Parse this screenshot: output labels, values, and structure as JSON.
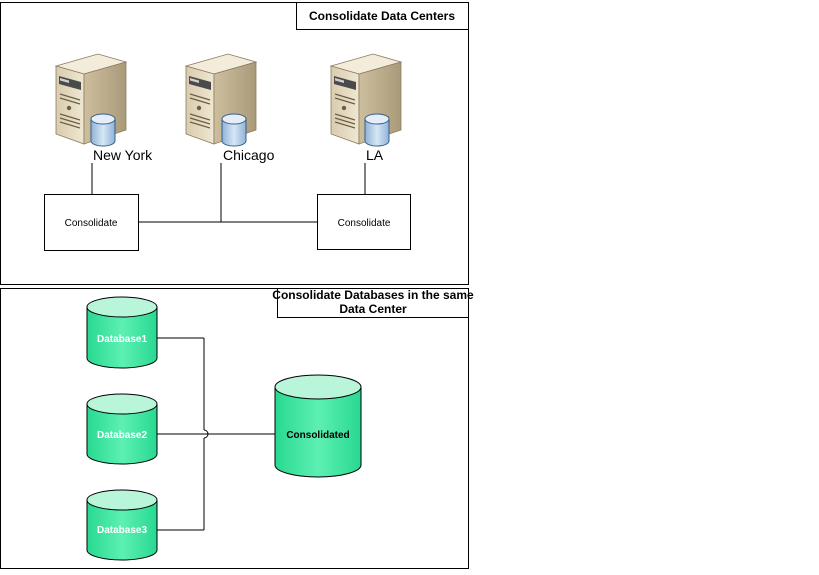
{
  "panel_top": {
    "title": "Consolidate Data Centers",
    "sites": [
      {
        "label": "New York"
      },
      {
        "label": "Chicago"
      },
      {
        "label": "LA"
      }
    ],
    "boxes": [
      {
        "label": "Consolidate"
      },
      {
        "label": "Consolidate"
      }
    ]
  },
  "panel_bottom": {
    "title_line1": "Consolidate Databases in the same",
    "title_line2": "Data Center",
    "databases": [
      {
        "label": "Database1"
      },
      {
        "label": "Database2"
      },
      {
        "label": "Database3"
      }
    ],
    "target": {
      "label": "Consolidated"
    }
  },
  "colors": {
    "db_fill": "#33e6a0",
    "db_top": "#b9f5d8",
    "server_body": "#e9dfc6",
    "server_dark": "#b8a98a",
    "small_db": "#bcd3ea"
  }
}
